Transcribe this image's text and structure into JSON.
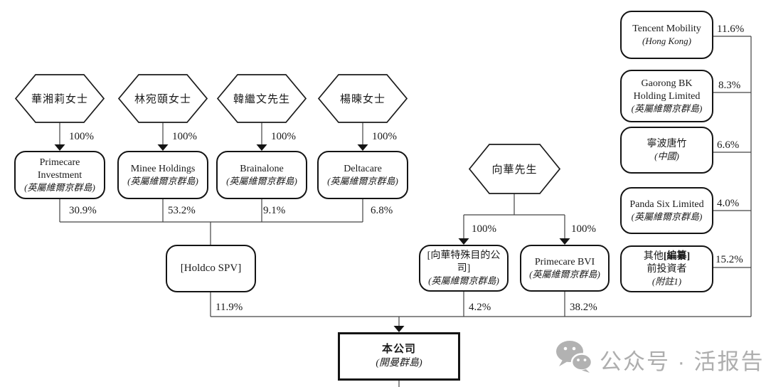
{
  "diagram": {
    "individual_shareholders": [
      {
        "name": "華湘莉女士",
        "ownership": "100%"
      },
      {
        "name": "林宛頤女士",
        "ownership": "100%"
      },
      {
        "name": "韓繼文先生",
        "ownership": "100%"
      },
      {
        "name": "楊暕女士",
        "ownership": "100%"
      }
    ],
    "bvi_holding_companies": [
      {
        "name": "Primecare Investment",
        "jurisdiction": "(英屬維爾京群島)",
        "stake_in_holdco": "30.9%"
      },
      {
        "name": "Minee Holdings",
        "jurisdiction": "(英屬維爾京群島)",
        "stake_in_holdco": "53.2%"
      },
      {
        "name": "Brainalone",
        "jurisdiction": "(英屬維爾京群島)",
        "stake_in_holdco": "9.1%"
      },
      {
        "name": "Deltacare",
        "jurisdiction": "(英屬維爾京群島)",
        "stake_in_holdco": "6.8%"
      }
    ],
    "holdco_spv": {
      "name": "[Holdco SPV]",
      "stake_in_company": "11.9%"
    },
    "founder": {
      "name": "向華先生",
      "ownership_spv": "100%",
      "ownership_bvi": "100%"
    },
    "founder_vehicles": [
      {
        "name": "[向華特殊目的公司]",
        "jurisdiction": "(英屬維爾京群島)",
        "stake_in_company": "4.2%"
      },
      {
        "name": "Primecare BVI",
        "jurisdiction": "(英屬維爾京群島)",
        "stake_in_company": "38.2%"
      }
    ],
    "pre_ipo_investors": [
      {
        "name": "Tencent Mobility",
        "jurisdiction": "(Hong Kong)",
        "stake_in_company": "11.6%"
      },
      {
        "name": "Gaorong BK Holding Limited",
        "jurisdiction": "(英屬維爾京群島)",
        "stake_in_company": "8.3%"
      },
      {
        "name": "寧波唐竹",
        "jurisdiction": "(中國)",
        "stake_in_company": "6.6%"
      },
      {
        "name": "Panda Six Limited",
        "jurisdiction": "(英屬維爾京群島)",
        "stake_in_company": "4.0%"
      },
      {
        "name_prefix": "其他",
        "name_redacted": "[編纂]",
        "name_suffix": "前投資者",
        "note": "(附註1)",
        "stake_in_company": "15.2%"
      }
    ],
    "company": {
      "name": "本公司",
      "jurisdiction": "(開曼群島)"
    }
  },
  "watermark": {
    "label": "公众号 · 活报告",
    "color": "#aeaeae"
  }
}
